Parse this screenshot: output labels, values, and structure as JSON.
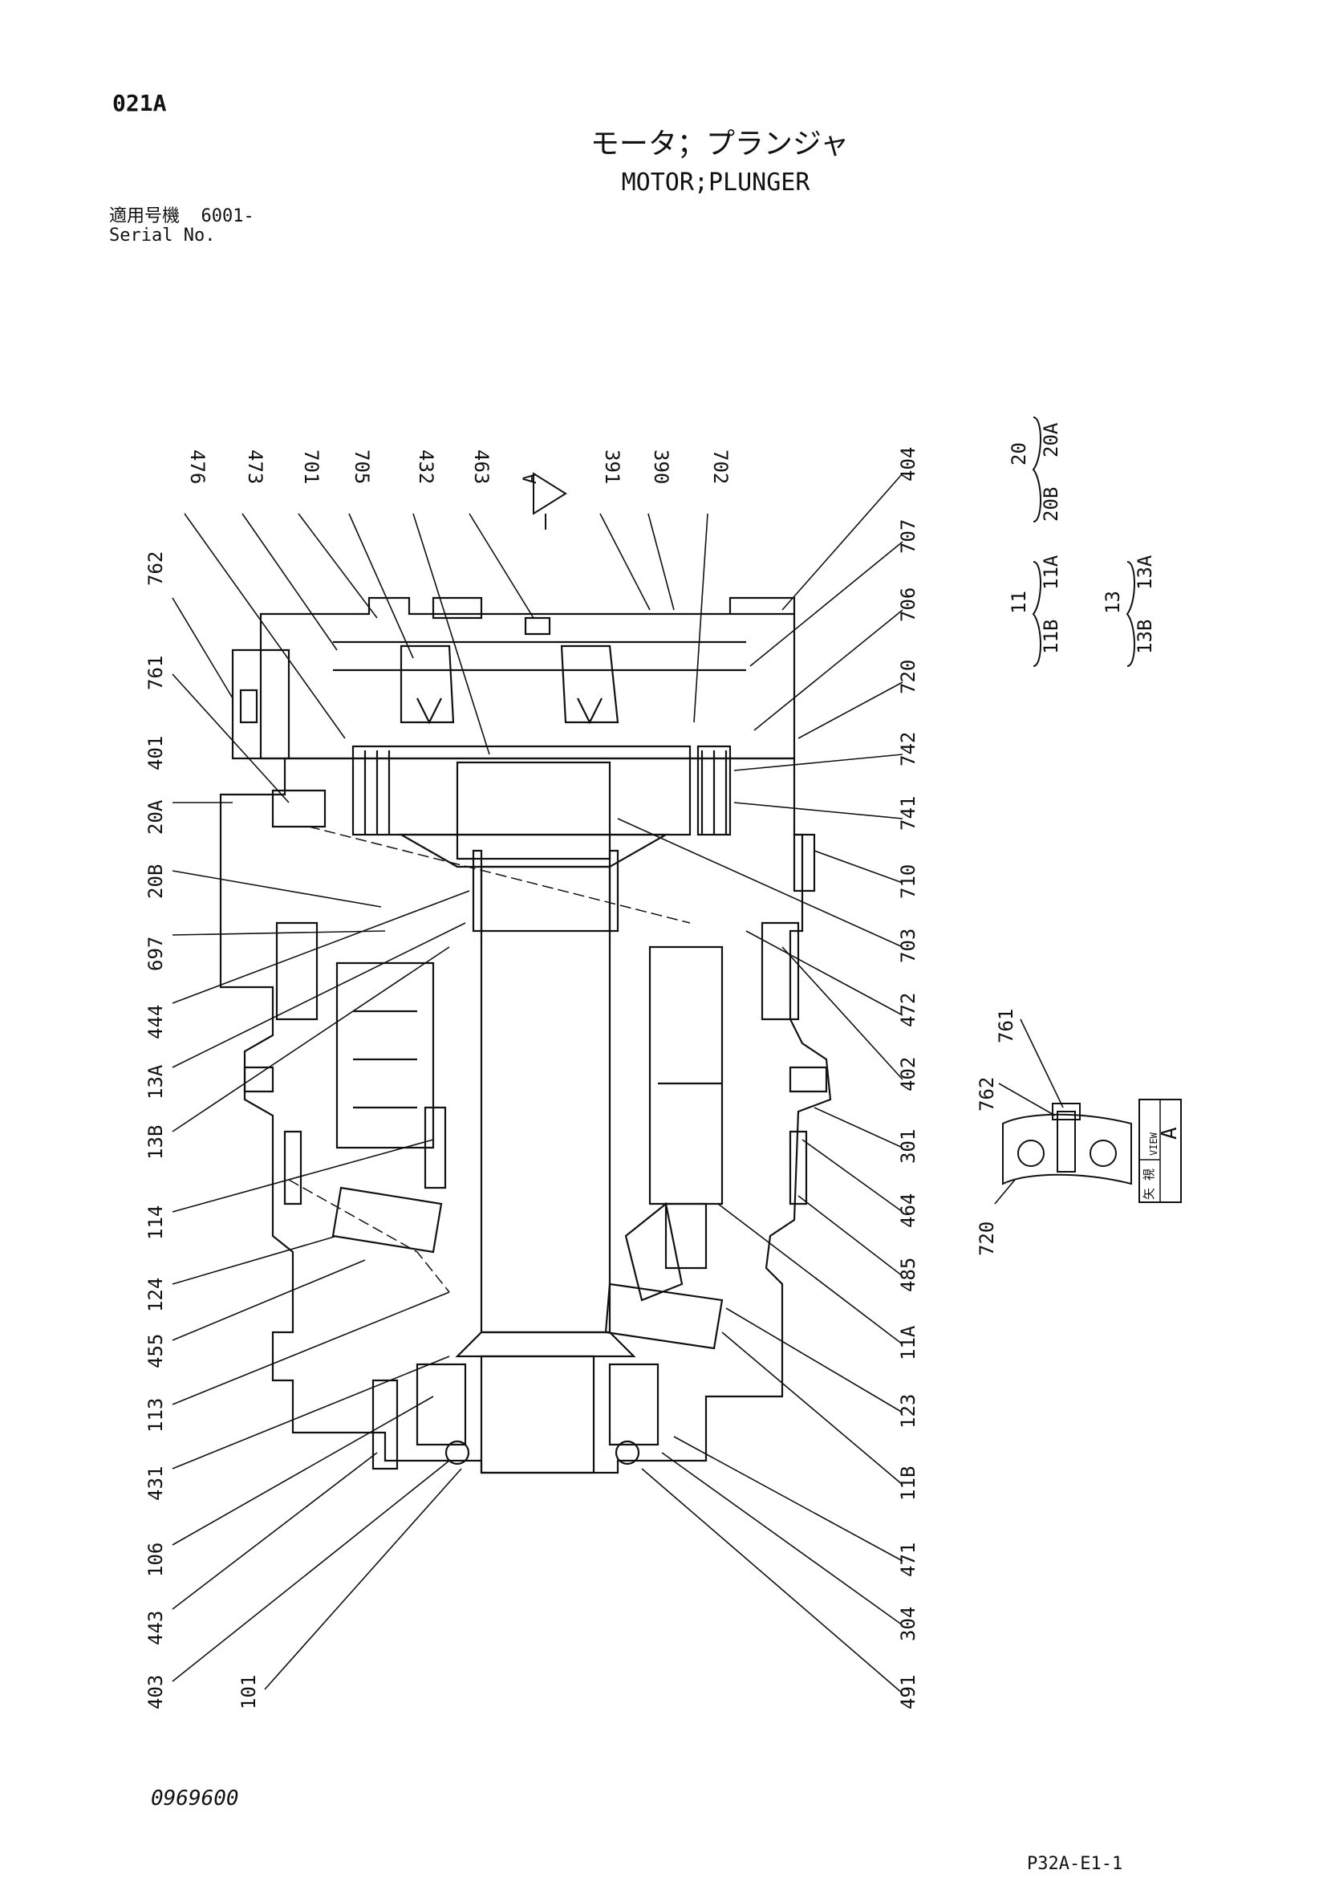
{
  "header": {
    "page_code": "021A",
    "title_jp": "モータ；プランジャ",
    "title_en": "MOTOR;PLUNGER",
    "serial_label_jp": "適用号機",
    "serial_value": "6001-",
    "serial_label_en": "Serial No."
  },
  "callouts_left": [
    "476",
    "473",
    "701",
    "705",
    "432",
    "463",
    "391",
    "390",
    "702",
    "762",
    "761",
    "401",
    "20A",
    "20B",
    "697",
    "444",
    "13A",
    "13B",
    "114",
    "124",
    "455",
    "113",
    "431",
    "106",
    "443",
    "403",
    "101"
  ],
  "callouts_right": [
    "404",
    "707",
    "706",
    "720",
    "742",
    "741",
    "710",
    "703",
    "472",
    "402",
    "301",
    "464",
    "485",
    "11A",
    "123",
    "11B",
    "471",
    "304",
    "491"
  ],
  "groups": {
    "g20": {
      "parent": "20",
      "children": [
        "20A",
        "20B"
      ]
    },
    "g11": {
      "parent": "11",
      "children": [
        "11A",
        "11B"
      ]
    },
    "g13": {
      "parent": "13",
      "children": [
        "13A",
        "13B"
      ]
    }
  },
  "view_a": {
    "arrow_label": "A",
    "box_jp": "矢 視",
    "box_en": "VIEW",
    "box_letter": "A",
    "callouts": [
      "761",
      "762",
      "720"
    ]
  },
  "footer": {
    "doc_number": "0969600",
    "sheet_code": "P32A-E1-1"
  }
}
